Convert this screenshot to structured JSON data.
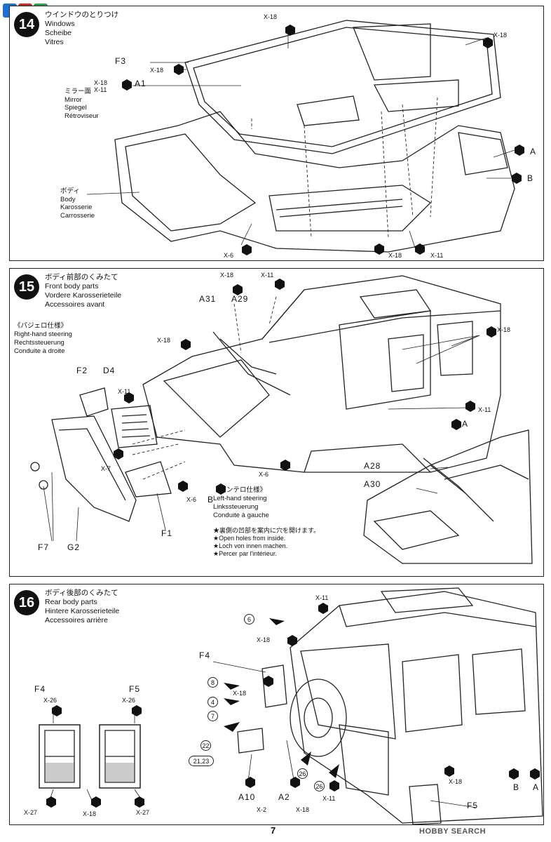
{
  "page_number": "7",
  "watermark": "HOBBY SEARCH",
  "steps": [
    {
      "number": "14",
      "titles": [
        "ウインドウのとりつけ",
        "Windows",
        "Scheibe",
        "Vitres"
      ],
      "labels": {
        "f3": "F3",
        "a1": "A1",
        "x18_a": "X-18",
        "x18_b": "X-18",
        "x18_c": "X-18",
        "x18_d": "X-18",
        "x11_a": "X-11",
        "x18_e": "X-18",
        "x11_b": "X-11",
        "x6": "X-6",
        "a": "A",
        "b": "B",
        "mirror": [
          "ミラー面",
          "Mirror",
          "Spiegel",
          "Rétroviseur"
        ],
        "body": [
          "ボディ",
          "Body",
          "Karosserie",
          "Carrosserie"
        ]
      }
    },
    {
      "number": "15",
      "titles": [
        "ボディ前部のくみたて",
        "Front body parts",
        "Vordere Karosserieteile",
        "Accessoires avant"
      ],
      "variant_right": [
        "《パジェロ仕様》",
        "Right-hand steering",
        "Rechtssteuerung",
        "Conduite à droite"
      ],
      "variant_left": [
        "《モンテロ仕様》",
        "Left-hand steering",
        "Linkssteuerung",
        "Conduite à gauche"
      ],
      "notes": [
        "★裏側の凹部を案内に穴を開けます。",
        "★Open holes from inside.",
        "★Loch von innen machen.",
        "★Percer par l'intérieur."
      ],
      "labels": {
        "x18_a": "X-18",
        "x11_a": "X-11",
        "a31": "A31",
        "a29": "A29",
        "x18_b": "X-18",
        "x18_c": "X-18",
        "f2": "F2",
        "d4": "D4",
        "x11_b": "X-11",
        "x11_c": "X-11",
        "x7": "X-7",
        "a": "A",
        "x6_a": "X-6",
        "x6_b": "X-6",
        "b": "B",
        "f1": "F1",
        "f7": "F7",
        "g2": "G2",
        "a28": "A28",
        "a30": "A30"
      }
    },
    {
      "number": "16",
      "titles": [
        "ボディ後部のくみたて",
        "Rear body parts",
        "Hintere Karosserieteile",
        "Accessoires arrière"
      ],
      "labels": {
        "x11_a": "X-11",
        "x18_a": "X-18",
        "f4": "F4",
        "x18_b": "X-18",
        "f4_left": "F4",
        "f5_left": "F5",
        "x26_a": "X-26",
        "x26_b": "X-26",
        "x27_a": "X-27",
        "x27_b": "X-27",
        "x18_c": "X-18",
        "a10": "A10",
        "a2": "A2",
        "x2": "X-2",
        "x18_d": "X-18",
        "x11_b": "X-11",
        "f5": "F5",
        "b": "B",
        "a": "A",
        "x18_e": "X-18"
      },
      "callouts": [
        "6",
        "8",
        "4",
        "7",
        "22",
        "21,23",
        "26",
        "26"
      ]
    }
  ]
}
